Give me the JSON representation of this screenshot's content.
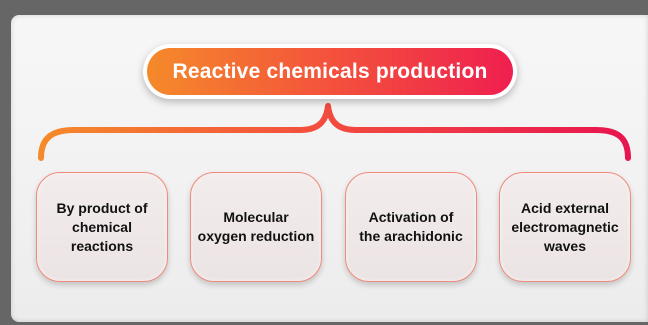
{
  "title": "Reactive chemicals production",
  "boxes": [
    {
      "label": "By product of\nchemical\nreactions"
    },
    {
      "label": "Molecular\noxygen reduction"
    },
    {
      "label": "Activation of\nthe arachidonic"
    },
    {
      "label": "Acid external\nelectromagnetic\nwaves"
    }
  ],
  "colors": {
    "gradient_start": "#f58a2a",
    "gradient_mid": "#f4573a",
    "gradient_end": "#ef1f4f",
    "box_border": "#f08a7a"
  }
}
